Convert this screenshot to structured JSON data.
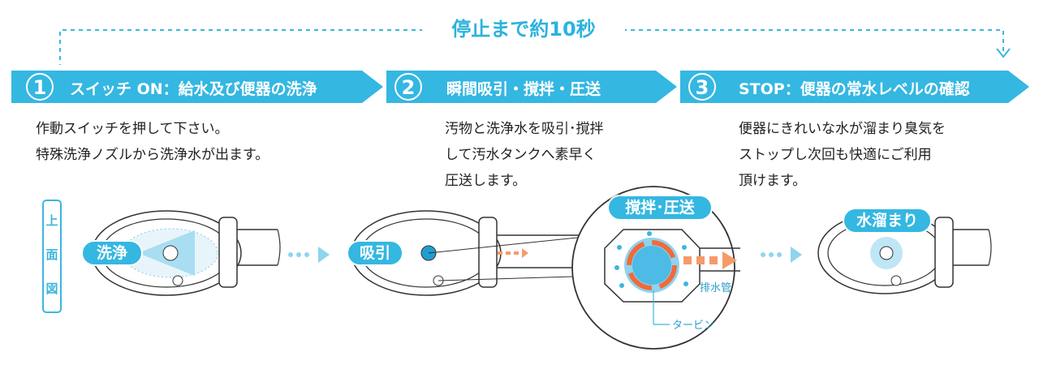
{
  "timer": {
    "label": "停止まで約10秒"
  },
  "steps": [
    {
      "number": "1",
      "title": "スイッチ ON：給水及び便器の洗浄",
      "description": [
        "作動スイッチを押して下さい。",
        "特殊洗浄ノズルから洗浄水が出ます。"
      ]
    },
    {
      "number": "2",
      "title": "瞬間吸引・撹拌・圧送",
      "description": [
        "汚物と洗浄水を吸引･撹拌",
        "して汚水タンクへ素早く",
        "圧送します。"
      ]
    },
    {
      "number": "3",
      "title": "STOP：便器の常水レベルの確認",
      "description": [
        "便器にきれいな水が溜まり臭気を",
        "ストップし次回も快適にご利用",
        "頂けます。"
      ]
    }
  ],
  "side_label": {
    "text": [
      "上",
      "面",
      "図"
    ]
  },
  "callouts": {
    "wash": "洗浄",
    "suction": "吸引",
    "agitation": "撹拌･圧送",
    "drain_pipe": "排水管",
    "turbine": "タービン",
    "water_pool": "水溜まり"
  },
  "colors": {
    "accent": "#34b7e1",
    "accent_dark": "#1f9fd0",
    "flow_arrow": "#f59b6a"
  }
}
